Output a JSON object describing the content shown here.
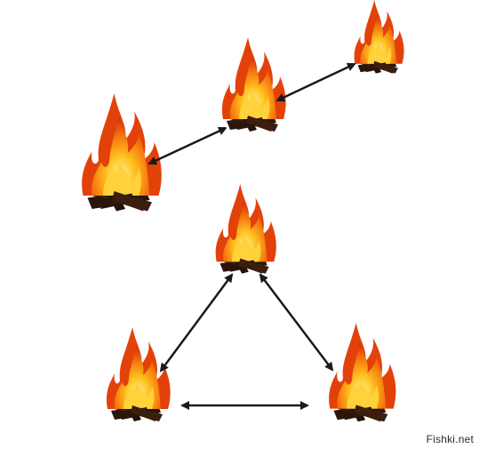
{
  "diagram": {
    "fires": [
      {
        "id": "fire-top-right"
      },
      {
        "id": "fire-middle-top"
      },
      {
        "id": "fire-left-upper"
      },
      {
        "id": "fire-triangle-top"
      },
      {
        "id": "fire-triangle-bottom-left"
      },
      {
        "id": "fire-triangle-bottom-right"
      }
    ],
    "arrows": [
      {
        "from": "fire-left-upper",
        "to": "fire-middle-top"
      },
      {
        "from": "fire-middle-top",
        "to": "fire-top-right"
      },
      {
        "from": "fire-triangle-top",
        "to": "fire-triangle-bottom-left"
      },
      {
        "from": "fire-triangle-top",
        "to": "fire-triangle-bottom-right"
      },
      {
        "from": "fire-triangle-bottom-left",
        "to": "fire-triangle-bottom-right"
      }
    ],
    "colors": {
      "flame_outer": "#e2420a",
      "flame_mid": "#f77d12",
      "flame_inner": "#ffd23a",
      "log": "#2b160b",
      "arrow": "#1a1a1a"
    }
  },
  "watermark": "Fishki.net"
}
